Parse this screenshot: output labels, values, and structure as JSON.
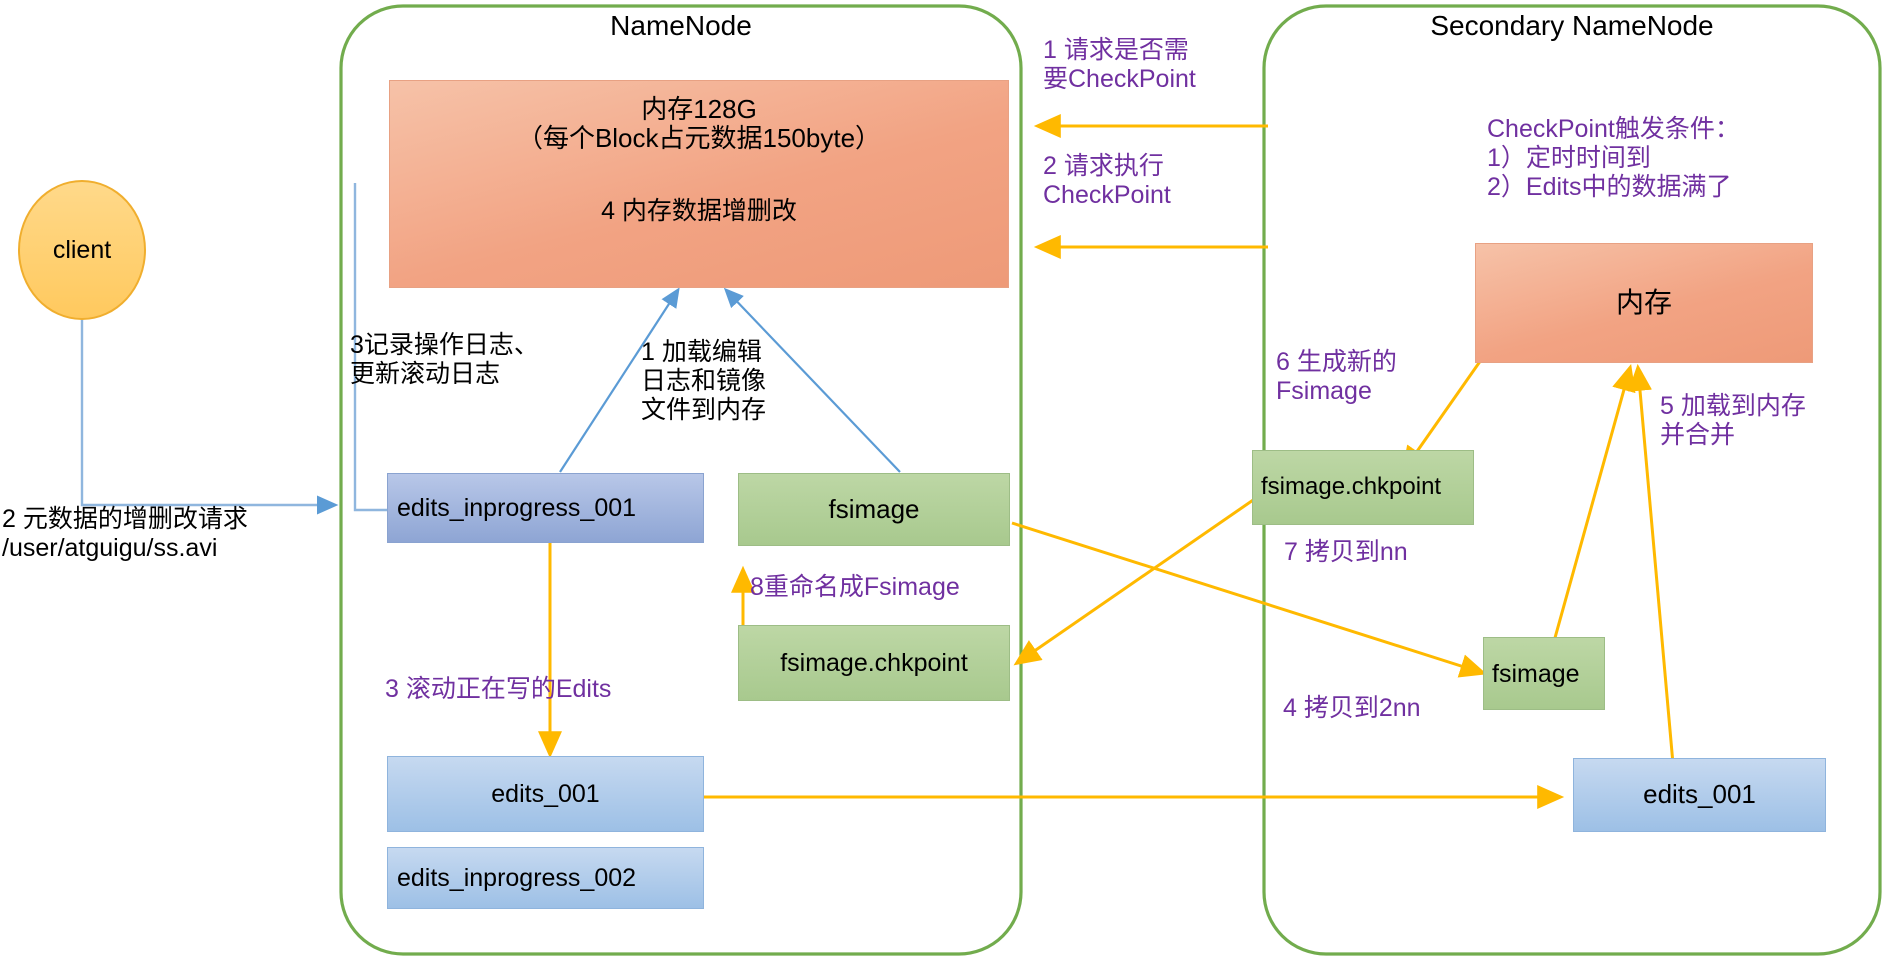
{
  "diagram": {
    "title": "HDFS NameNode / Secondary NameNode CheckPoint",
    "colors": {
      "container_border": "#72ac4d",
      "memory_box": "#f2a383",
      "edits_box": "#8ea5d4",
      "edits_box_light": "#9dc0e6",
      "fsimage_box": "#a8c98e",
      "client_fill": "#ffc95e",
      "client_stroke": "#f0ae2e",
      "flow_arrow": "#ffb900",
      "thin_arrow": "#5b9bd5",
      "annotation_text": "#7030a0",
      "plain_text": "#000000"
    }
  },
  "containers": [
    {
      "id": "namenode",
      "label": "NameNode"
    },
    {
      "id": "secondary_namenode",
      "label": "Secondary NameNode"
    }
  ],
  "client": {
    "label": "client"
  },
  "namenode_nodes": [
    {
      "id": "nn-memory",
      "label": "内存128G\n（每个Block占元数据150byte）",
      "sub_label": "4 内存数据增删改",
      "type": "memory"
    },
    {
      "id": "nn-edits-inprogress-001",
      "label": "edits_inprogress_001",
      "type": "edits"
    },
    {
      "id": "nn-fsimage",
      "label": "fsimage",
      "type": "fsimage"
    },
    {
      "id": "nn-fsimage-chkpoint",
      "label": "fsimage.chkpoint",
      "type": "fsimage"
    },
    {
      "id": "nn-edits-001",
      "label": "edits_001",
      "type": "edits"
    },
    {
      "id": "nn-edits-inprogress-002",
      "label": "edits_inprogress_002",
      "type": "edits"
    }
  ],
  "snn_nodes": [
    {
      "id": "snn-memory",
      "label": "内存",
      "type": "memory"
    },
    {
      "id": "snn-fsimage-chkpoint",
      "label": "fsimage.chkpoint",
      "type": "fsimage"
    },
    {
      "id": "snn-fsimage",
      "label": "fsimage",
      "type": "fsimage"
    },
    {
      "id": "snn-edits-001",
      "label": "edits_001",
      "type": "edits"
    }
  ],
  "annotations": {
    "client_request": "2 元数据的增删改请求\n/user/atguigu/ss.avi",
    "record_oplog": "3记录操作日志、\n更新滚动日志",
    "load_edits_fsimage": "1 加载编辑\n日志和镜像\n文件到内存",
    "req_need_checkpoint": "1 请求是否需\n要CheckPoint",
    "req_exec_checkpoint": "2 请求执行\nCheckPoint",
    "checkpoint_conditions": "CheckPoint触发条件：\n1）定时时间到\n2）Edits中的数据满了",
    "roll_edits": "3 滚动正在写的Edits",
    "copy_to_2nn": "4 拷贝到2nn",
    "load_and_merge": "5 加载到内存\n并合并",
    "generate_new_fsimage": "6 生成新的\nFsimage",
    "copy_to_nn": "7 拷贝到nn",
    "rename_to_fsimage": "8重命名成Fsimage"
  }
}
